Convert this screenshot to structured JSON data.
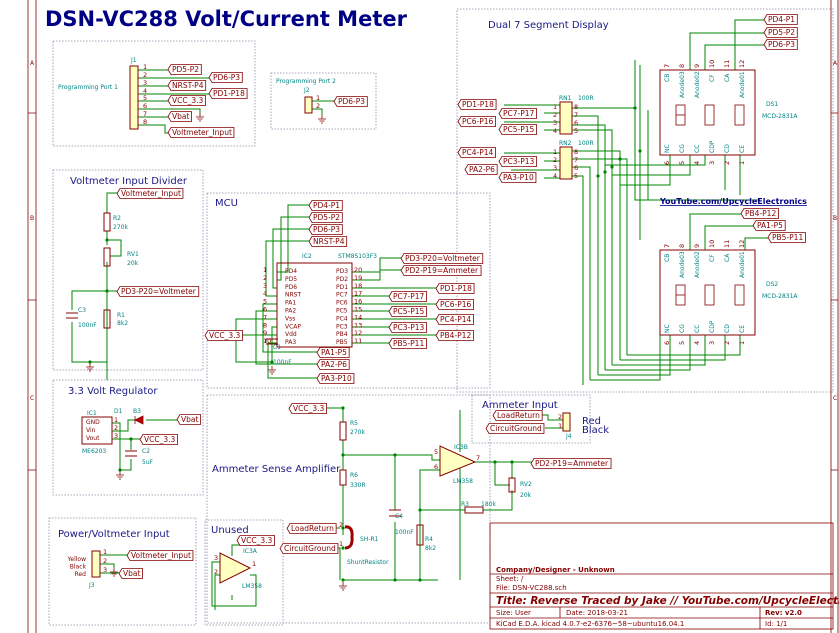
{
  "title": "DSN-VC288 Volt/Current Meter",
  "colors": {
    "wire": "#008400",
    "component": "#840000",
    "text_blue": "#000084",
    "ref_teal": "#008484",
    "body_fill": "#ffffc2"
  },
  "border": {
    "zones": [
      "A",
      "B",
      "C"
    ]
  },
  "prog1": {
    "title": "Programming Port 1",
    "ref": "J1",
    "pins": [
      "1",
      "2",
      "3",
      "4",
      "5",
      "6",
      "7",
      "8"
    ],
    "labels": [
      "PD5-P2",
      "PD6-P3",
      "NRST-P4",
      "PD1-P18",
      "VCC_3.3",
      "Vbat",
      "Voltmeter_Input"
    ]
  },
  "prog2": {
    "title": "Programming Port 2",
    "ref": "J2",
    "pins": [
      "1",
      "2"
    ],
    "labels": [
      "PD6-P3"
    ]
  },
  "divider": {
    "title": "Voltmeter Input Divider",
    "input_label": "Voltmeter_Input",
    "out_label": "PD3-P20=Voltmeter",
    "r2": {
      "ref": "R2",
      "value": "270k"
    },
    "rv1": {
      "ref": "RV1",
      "value": "20k"
    },
    "c3": {
      "ref": "C3",
      "value": "100nF"
    },
    "r1": {
      "ref": "R1",
      "value": "8k2"
    }
  },
  "regulator": {
    "title": "3.3 Volt Regulator",
    "ic": {
      "ref": "IC1",
      "value": "ME6203",
      "pin_names": [
        "GND",
        "Vin",
        "Vout"
      ],
      "pins": [
        "1",
        "2",
        "3"
      ]
    },
    "diode": {
      "ref": "D1",
      "value": "B3"
    },
    "c2": {
      "ref": "C2",
      "value": "5uF"
    },
    "labels": [
      "Vbat",
      "VCC_3.3"
    ]
  },
  "power_input": {
    "title": "Power/Voltmeter Input",
    "ref": "J3",
    "wire_colors": [
      "Yellow",
      "Black",
      "Red"
    ],
    "pins": [
      "1",
      "2",
      "3"
    ],
    "labels": [
      "Voltmeter_Input",
      "Vbat"
    ]
  },
  "mcu": {
    "title": "MCU",
    "ref": "IC2",
    "value": "STM8S103F3",
    "top_labels": [
      "PD4-P1",
      "PD5-P2",
      "PD6-P3",
      "NRST-P4"
    ],
    "left_pins": [
      "1",
      "2",
      "3",
      "4",
      "5",
      "6",
      "7",
      "8",
      "9",
      "10"
    ],
    "left_names": [
      "PD4",
      "PD5",
      "PD6",
      "NRST",
      "PA1",
      "PA2",
      "Vss",
      "VCAP",
      "Vdd",
      "PA3"
    ],
    "right_pins": [
      "20",
      "19",
      "18",
      "17",
      "16",
      "15",
      "14",
      "13",
      "12",
      "11"
    ],
    "right_names": [
      "PD3",
      "PD2",
      "PD1",
      "PC7",
      "PC6",
      "PC5",
      "PC4",
      "PC3",
      "PB4",
      "PB5"
    ],
    "right_labels": [
      "PD3-P20=Voltmeter",
      "PD2-P19=Ammeter",
      "PD1-P18",
      "PC7-P17",
      "PC6-P16",
      "PC5-P15",
      "PC4-P14",
      "PC3-P13",
      "PB4-P12",
      "PB5-P11"
    ],
    "vcc_label": "VCC_3.3",
    "c1": {
      "ref": "C1",
      "value": "100nF"
    },
    "bottom_labels": [
      "PA1-P5",
      "PA2-P6",
      "PA3-P10"
    ]
  },
  "display": {
    "title": "Dual 7 Segment Display",
    "top_labels": [
      "PD4-P1",
      "PD5-P2",
      "PD6-P3"
    ],
    "rn1": {
      "ref": "RN1",
      "value": "100R",
      "labels": [
        "PD1-P18",
        "PC7-P17",
        "PC6-P16",
        "PC5-P15"
      ]
    },
    "rn2": {
      "ref": "RN2",
      "value": "100R",
      "labels": [
        "PC4-P14",
        "PC3-P13",
        "PA2-P6",
        "PA3-P10"
      ]
    },
    "rn_left_pins": [
      "1",
      "2",
      "3",
      "4"
    ],
    "rn_right_pins": [
      "8",
      "7",
      "6",
      "5"
    ],
    "ds_top_pins": [
      "7",
      "8",
      "9",
      "10",
      "11",
      "12"
    ],
    "ds_top_names": [
      "CB",
      "Anode03",
      "Anode02",
      "CF",
      "CA",
      "Anode01"
    ],
    "ds_bottom_pins": [
      "6",
      "5",
      "4",
      "3",
      "2",
      "1"
    ],
    "ds_bottom_names": [
      "NC",
      "CG",
      "CC",
      "CDP",
      "CD",
      "CE"
    ],
    "ds1": {
      "ref": "DS1",
      "value": "MCD-2831A"
    },
    "ds2": {
      "ref": "DS2",
      "value": "MCD-2831A"
    },
    "ds2_labels": [
      "PB4-P12",
      "PA1-P5",
      "PB5-P11"
    ],
    "link": "YouTube.com/UpcycleElectronics"
  },
  "ammeter_input": {
    "title": "Ammeter Input",
    "labels": [
      "LoadReturn",
      "CircuitGround"
    ],
    "pins": [
      "2",
      "1"
    ],
    "wire_colors": [
      "Red",
      "Black"
    ],
    "ref": "J4"
  },
  "ammeter_amp": {
    "title": "Ammeter Sense Amplifier",
    "vcc_label": "VCC_3.3",
    "r5": {
      "ref": "R5",
      "value": "270k"
    },
    "r6": {
      "ref": "R6",
      "value": "330R"
    },
    "c4": {
      "ref": "C4",
      "value": "100nF"
    },
    "opamp": {
      "ref": "IC3B",
      "value": "LM358",
      "pins": [
        "5",
        "6",
        "7"
      ]
    },
    "out_label": "PD2-P19=Ammeter",
    "rv2": {
      "ref": "RV2",
      "value": "20k"
    },
    "r3": {
      "ref": "R3",
      "value": "180k"
    },
    "r4": {
      "ref": "R4",
      "value": "8k2"
    },
    "labels": [
      "LoadReturn",
      "CircuitGround"
    ],
    "shunt": {
      "ref": "SH-R1",
      "value": "ShuntResistor",
      "pins": [
        "2",
        "1"
      ]
    }
  },
  "unused": {
    "title": "Unused",
    "vcc_label": "VCC_3.3",
    "opamp": {
      "ref": "IC3A",
      "value": "LM358",
      "pins": [
        "3",
        "2",
        "1"
      ]
    }
  },
  "title_block": {
    "company": "Company/Designer - Unknown",
    "sheet": "Sheet: /",
    "file": "File: DSN-VC288.sch",
    "title": "Title: Reverse Traced by Jake // YouTube.com/UpcycleElectronics",
    "size": "Size: User",
    "date": "Date: 2018-03-21",
    "rev": "Rev: v2.0",
    "kicad": "KiCad E.D.A.  kicad 4.0.7-e2-6376~58~ubuntu16.04.1",
    "id": "Id: 1/1"
  }
}
